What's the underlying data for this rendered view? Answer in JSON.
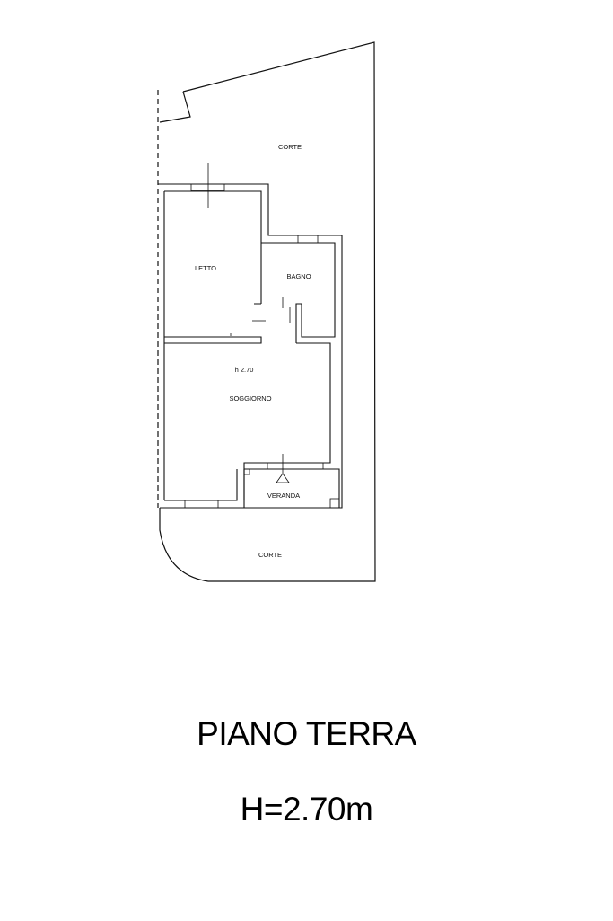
{
  "plan": {
    "rooms": {
      "corte_top": "CORTE",
      "letto": "LETTO",
      "bagno": "BAGNO",
      "height_mark": "h 2.70",
      "soggiorno": "SOGGIORNO",
      "veranda": "VERANDA",
      "corte_bottom": "CORTE"
    }
  },
  "title": "PIANO TERRA",
  "height_label": "H=2.70m"
}
